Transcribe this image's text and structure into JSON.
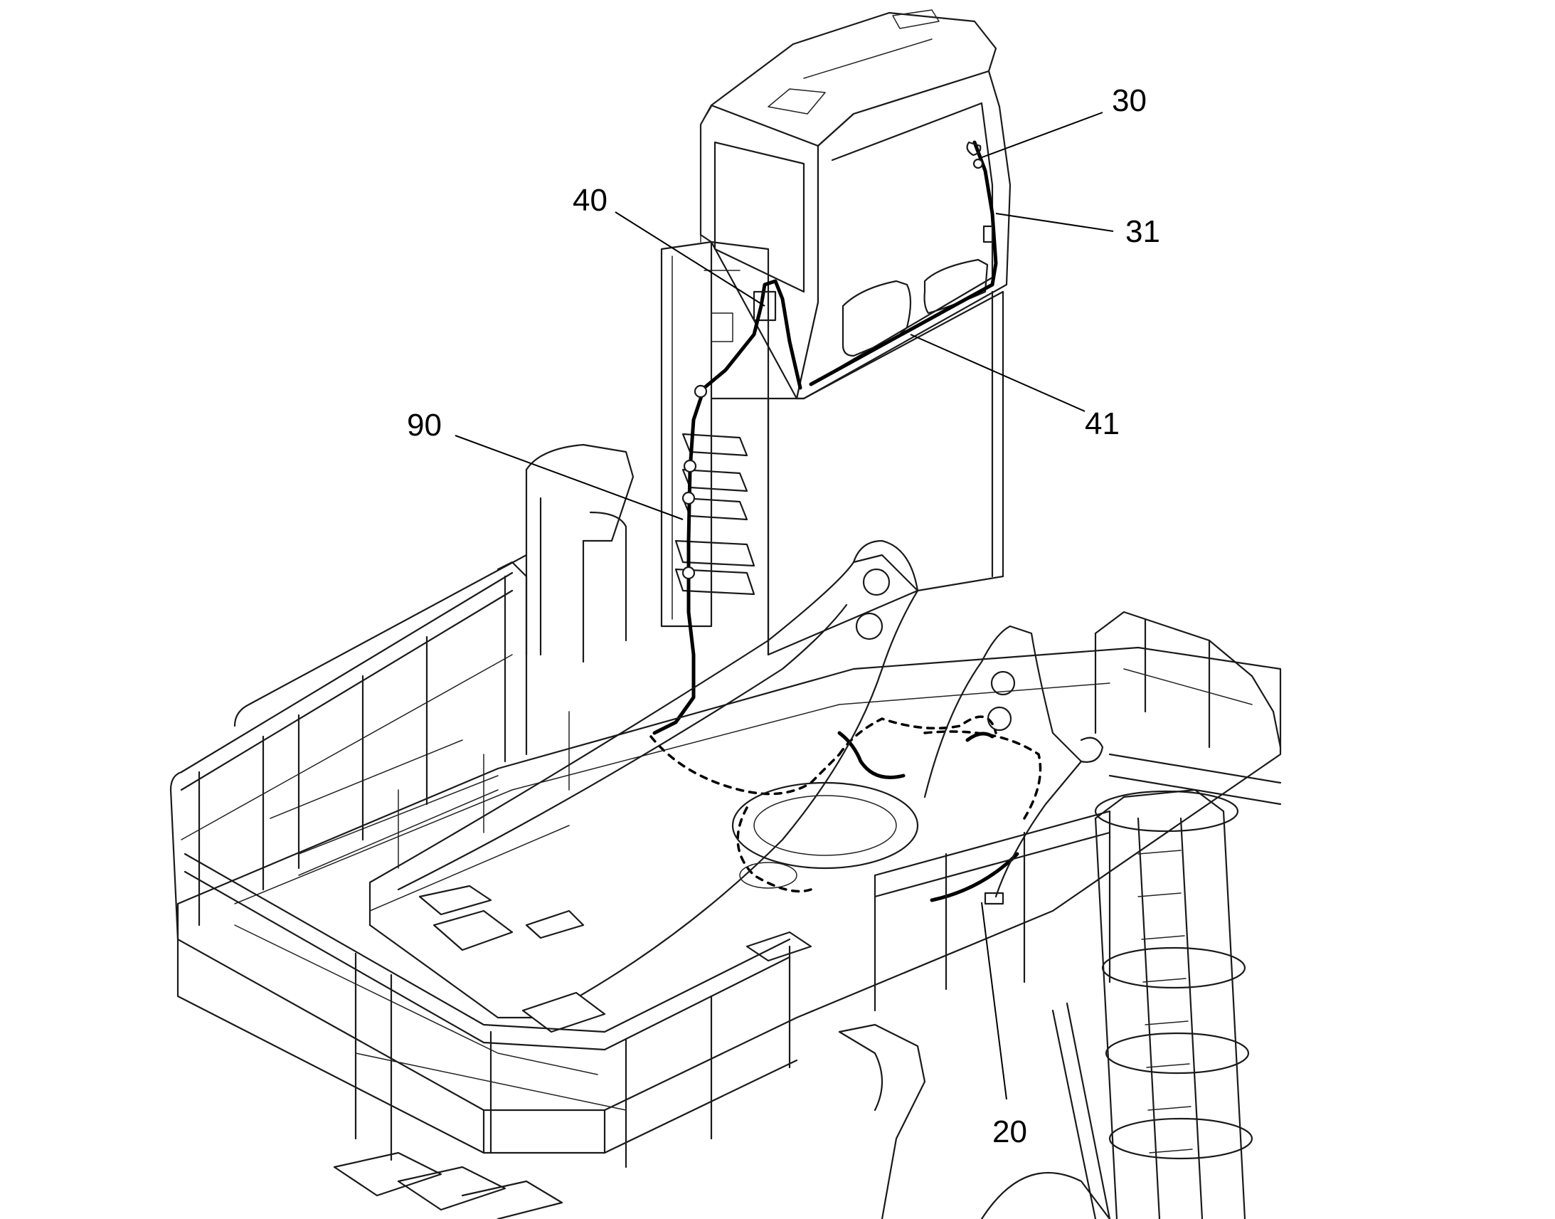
{
  "figure": {
    "callouts": [
      {
        "id": "30",
        "label": "30"
      },
      {
        "id": "31",
        "label": "31"
      },
      {
        "id": "40",
        "label": "40"
      },
      {
        "id": "41",
        "label": "41"
      },
      {
        "id": "90",
        "label": "90"
      },
      {
        "id": "20",
        "label": "20"
      }
    ]
  }
}
